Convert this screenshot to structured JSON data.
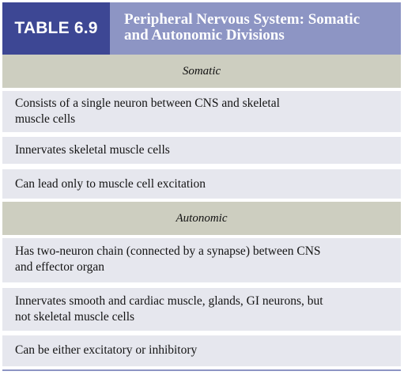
{
  "table": {
    "label": "TABLE 6.9",
    "title_line1": "Peripheral Nervous System: Somatic",
    "title_line2": "and Autonomic Divisions"
  },
  "sections": [
    {
      "heading": "Somatic",
      "rows": [
        [
          "Consists of a single neuron between CNS and skeletal",
          "muscle cells"
        ],
        [
          "Innervates skeletal muscle cells"
        ],
        [
          "Can lead only to muscle cell excitation"
        ]
      ]
    },
    {
      "heading": "Autonomic",
      "rows": [
        [
          "Has two-neuron chain (connected by a synapse) between CNS",
          "and effector organ"
        ],
        [
          "Innervates smooth and cardiac muscle, glands, GI neurons, but",
          "not skeletal muscle cells"
        ],
        [
          "Can be either excitatory or inhibitory"
        ]
      ]
    }
  ]
}
